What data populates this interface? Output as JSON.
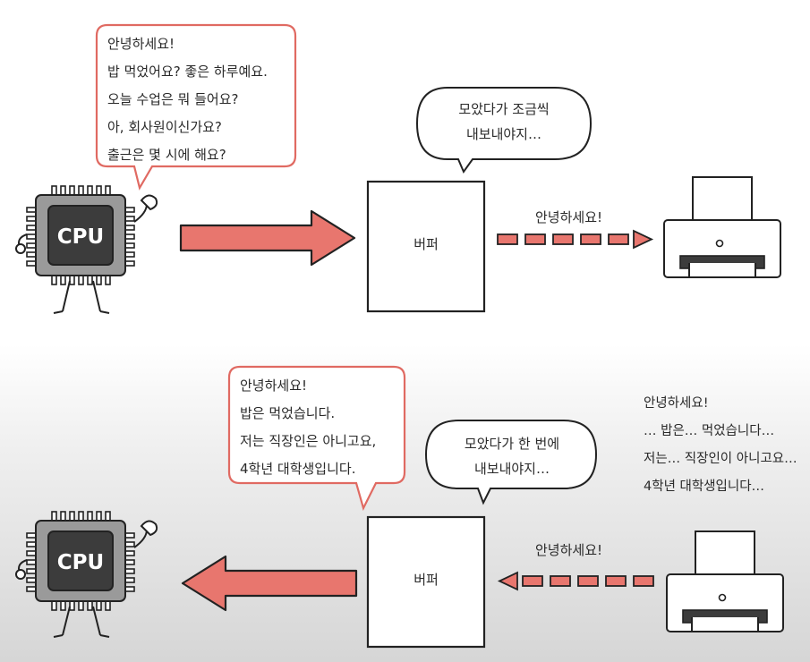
{
  "top": {
    "cpu_speech": [
      "안녕하세요!",
      "밥 먹었어요? 좋은 하루예요.",
      "오늘 수업은 뭐 들어요?",
      "아, 회사원이신가요?",
      "출근은 몇 시에 해요?"
    ],
    "buffer_thought": [
      "모았다가 조금씩",
      "내보내야지…"
    ],
    "buffer_label": "버퍼",
    "cpu_label": "CPU",
    "output_label": "안녕하세요!"
  },
  "bottom": {
    "cpu_label": "CPU",
    "buffer_label": "버퍼",
    "buffer_thought": [
      "모았다가 한 번에",
      "내보내야지…"
    ],
    "printer_output": [
      "안녕하세요!",
      "… 밥은… 먹었습니다…",
      "저는… 직장인이 아니고요…",
      "4학년 대학생입니다…"
    ],
    "input_label": "안녕하세요!",
    "cpu_speech": [
      "안녕하세요!",
      "밥은 먹었습니다.",
      "저는 직장인은 아니고요,",
      "4학년 대학생입니다."
    ]
  },
  "colors": {
    "arrow_fill": "#e8766e",
    "arrow_stroke": "#222222",
    "bubble_stroke_red": "#e06a62",
    "chip_dark": "#3c3c3c",
    "chip_body": "#9a9a9a"
  }
}
